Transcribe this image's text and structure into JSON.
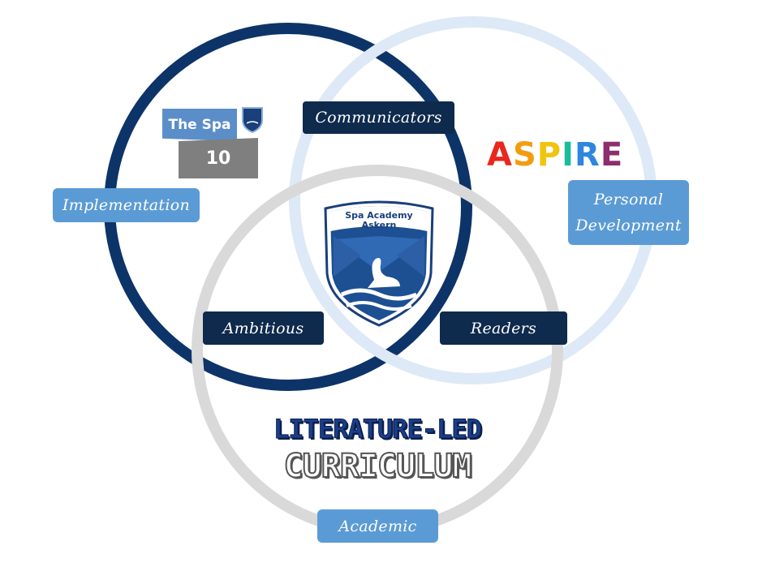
{
  "labels": {
    "communicators": "Communicators",
    "implementation": "Implementation",
    "personal": "Personal\nDevelopment",
    "ambitious": "Ambitious",
    "readers": "Readers",
    "academic": "Academic"
  },
  "spa10": {
    "title": "The Spa",
    "number": "10"
  },
  "aspire": {
    "letters": [
      "A",
      "S",
      "P",
      "I",
      "R",
      "E"
    ],
    "colors": [
      "#e8281e",
      "#f39c12",
      "#f1c40f",
      "#1abc9c",
      "#2e86de",
      "#8e2d6f"
    ]
  },
  "literature": {
    "line1": "LITERATURE-LED",
    "line2": "CURRICULUM"
  },
  "crest": {
    "line1": "Spa Academy",
    "line2": "Askern"
  },
  "colors": {
    "ring_navy": "#0d3468",
    "ring_light": "#dde9f6",
    "ring_grey": "#d9d9d9",
    "box_dark": "#0e2a4d",
    "box_light": "#5b9bd5"
  }
}
